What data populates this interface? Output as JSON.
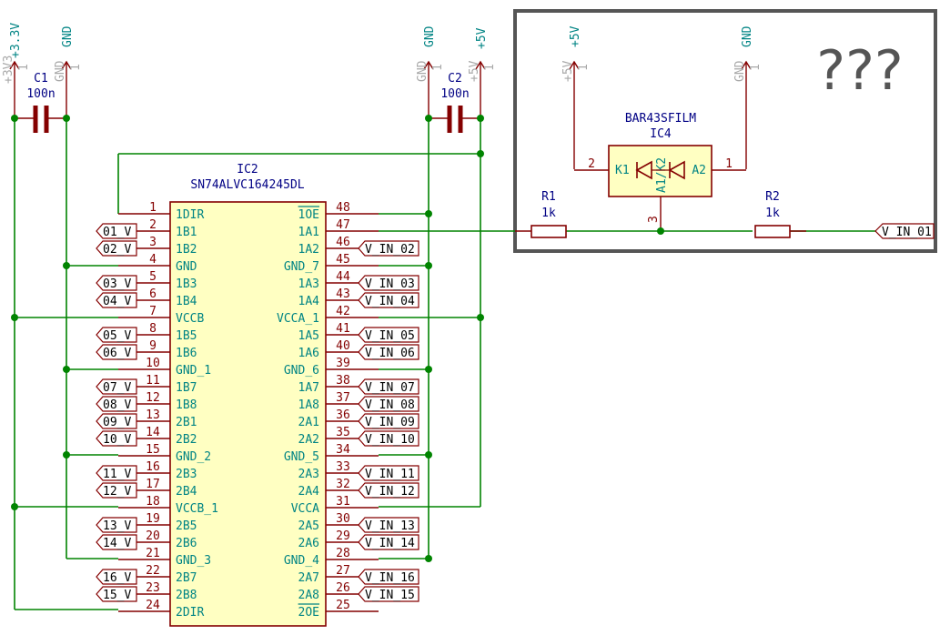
{
  "power": {
    "p33": {
      "label": "+3.3V",
      "ghost": "+3V3"
    },
    "gnd": {
      "label": "GND",
      "ghost": "GND"
    },
    "p5": {
      "label": "+5V",
      "ghost": "+5V"
    },
    "pin1": "1"
  },
  "c1": {
    "ref": "C1",
    "value": "100n"
  },
  "c2": {
    "ref": "C2",
    "value": "100n"
  },
  "ic2": {
    "ref": "IC2",
    "value": "SN74ALVC164245DL",
    "left_pins": [
      {
        "num": "1",
        "name": "1DIR",
        "label": ""
      },
      {
        "num": "2",
        "name": "1B1",
        "label": "01_V"
      },
      {
        "num": "3",
        "name": "1B2",
        "label": "02_V"
      },
      {
        "num": "4",
        "name": "GND",
        "label": ""
      },
      {
        "num": "5",
        "name": "1B3",
        "label": "03_V"
      },
      {
        "num": "6",
        "name": "1B4",
        "label": "04_V"
      },
      {
        "num": "7",
        "name": "VCCB",
        "label": ""
      },
      {
        "num": "8",
        "name": "1B5",
        "label": "05_V"
      },
      {
        "num": "9",
        "name": "1B6",
        "label": "06_V"
      },
      {
        "num": "10",
        "name": "GND_1",
        "label": ""
      },
      {
        "num": "11",
        "name": "1B7",
        "label": "07_V"
      },
      {
        "num": "12",
        "name": "1B8",
        "label": "08_V"
      },
      {
        "num": "13",
        "name": "2B1",
        "label": "09_V"
      },
      {
        "num": "14",
        "name": "2B2",
        "label": "10_V"
      },
      {
        "num": "15",
        "name": "GND_2",
        "label": ""
      },
      {
        "num": "16",
        "name": "2B3",
        "label": "11_V"
      },
      {
        "num": "17",
        "name": "2B4",
        "label": "12_V"
      },
      {
        "num": "18",
        "name": "VCCB_1",
        "label": ""
      },
      {
        "num": "19",
        "name": "2B5",
        "label": "13_V"
      },
      {
        "num": "20",
        "name": "2B6",
        "label": "14_V"
      },
      {
        "num": "21",
        "name": "GND_3",
        "label": ""
      },
      {
        "num": "22",
        "name": "2B7",
        "label": "16_V"
      },
      {
        "num": "23",
        "name": "2B8",
        "label": "15_V"
      },
      {
        "num": "24",
        "name": "2DIR",
        "label": ""
      }
    ],
    "right_pins": [
      {
        "num": "48",
        "name": "1OE",
        "label": ""
      },
      {
        "num": "47",
        "name": "1A1",
        "label": ""
      },
      {
        "num": "46",
        "name": "1A2",
        "label": "V_IN_02"
      },
      {
        "num": "45",
        "name": "GND_7",
        "label": ""
      },
      {
        "num": "44",
        "name": "1A3",
        "label": "V_IN_03"
      },
      {
        "num": "43",
        "name": "1A4",
        "label": "V_IN_04"
      },
      {
        "num": "42",
        "name": "VCCA_1",
        "label": ""
      },
      {
        "num": "41",
        "name": "1A5",
        "label": "V_IN_05"
      },
      {
        "num": "40",
        "name": "1A6",
        "label": "V_IN_06"
      },
      {
        "num": "39",
        "name": "GND_6",
        "label": ""
      },
      {
        "num": "38",
        "name": "1A7",
        "label": "V_IN_07"
      },
      {
        "num": "37",
        "name": "1A8",
        "label": "V_IN_08"
      },
      {
        "num": "36",
        "name": "2A1",
        "label": "V_IN_09"
      },
      {
        "num": "35",
        "name": "2A2",
        "label": "V_IN_10"
      },
      {
        "num": "34",
        "name": "GND_5",
        "label": ""
      },
      {
        "num": "33",
        "name": "2A3",
        "label": "V_IN_11"
      },
      {
        "num": "32",
        "name": "2A4",
        "label": "V_IN_12"
      },
      {
        "num": "31",
        "name": "VCCA",
        "label": ""
      },
      {
        "num": "30",
        "name": "2A5",
        "label": "V_IN_13"
      },
      {
        "num": "29",
        "name": "2A6",
        "label": "V_IN_14"
      },
      {
        "num": "28",
        "name": "GND_4",
        "label": ""
      },
      {
        "num": "27",
        "name": "2A7",
        "label": "V_IN_16"
      },
      {
        "num": "26",
        "name": "2A8",
        "label": "V_IN_15"
      },
      {
        "num": "25",
        "name": "2OE",
        "label": ""
      }
    ]
  },
  "ic4": {
    "ref": "IC4",
    "value": "BAR43SFILM",
    "pins": {
      "k1": "K1",
      "a1k2": "A1/K2",
      "a2": "A2",
      "n1": "1",
      "n2": "2",
      "n3": "3"
    }
  },
  "r1": {
    "ref": "R1",
    "value": "1k"
  },
  "r2": {
    "ref": "R2",
    "value": "1k"
  },
  "net_vin01": "V_IN_01",
  "annotation": "???",
  "colors": {
    "wire": "#008400",
    "symbol": "#840000",
    "pin_name": "#008484",
    "body_fill": "#ffffc2",
    "ghost": "#a8a8a8",
    "box": "#555555"
  }
}
